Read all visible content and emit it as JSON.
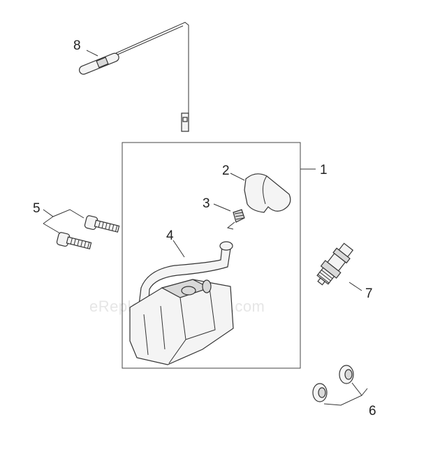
{
  "watermark": "eReplacementParts.com",
  "callouts": {
    "c1": "1",
    "c2": "2",
    "c3": "3",
    "c4": "4",
    "c5": "5",
    "c6": "6",
    "c7": "7",
    "c8": "8"
  }
}
